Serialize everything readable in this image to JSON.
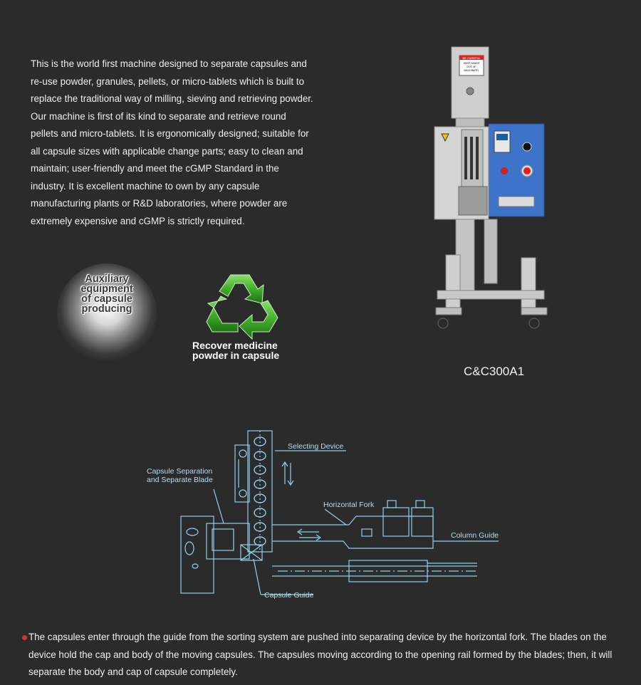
{
  "intro": {
    "text": "This is the world first machine designed to separate capsules and re-use powder, granules, pellets, or micro-tablets which is built to replace the traditional way of milling, sieving and retrieving powder. Our machine is first of its kind to separate and retrieve round pellets and micro-tablets. It is ergonomically designed; suitable for all capsule sizes with applicable change parts; easy to clean and maintain; user-friendly and meet the cGMP Standard in the industry. It is excellent machine to own by any capsule manufacturing plants or R&D laboratories, where powder are extremely expensive and cGMP is strictly required."
  },
  "badges": {
    "auxiliary_line1": "Auxiliary",
    "auxiliary_line2": "equipment",
    "auxiliary_line3": "of capsule",
    "auxiliary_line4": "producing",
    "recover_line1": "Recover medicine",
    "recover_line2": "powder in capsule"
  },
  "machine": {
    "model": "C&C300A1",
    "sign_line1": "BE CAREFUL",
    "sign_line2": "KEEP HANDS",
    "sign_line3": "OUT OF",
    "sign_line4": "MACHINERY"
  },
  "diagram": {
    "selecting_device": "Selecting Device",
    "separation_line1": "Capsule Separation",
    "separation_line2": "and Separate Blade",
    "horizontal_fork": "Horizontal Fork",
    "column_guide": "Column Guide",
    "capsule_guide": "Capsule Guide"
  },
  "note": {
    "text": "The capsules enter through the guide from the sorting system are pushed into separating device by the horizontal fork. The blades on the device hold the cap and body of the moving capsules. The capsules moving according to the opening rail formed by the blades; then, it will separate the body and cap of capsule completely."
  },
  "colors": {
    "background": "#2b2b2b",
    "diagram_line": "#8fd0ee",
    "bullet": "#e0302a",
    "recycle_green": "#3fae2a"
  }
}
